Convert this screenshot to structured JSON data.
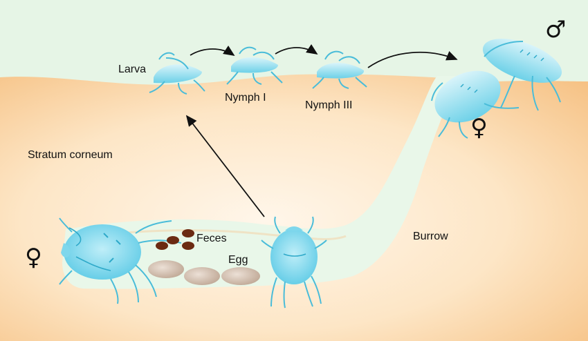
{
  "labels": {
    "larva": "Larva",
    "nymph1": "Nymph I",
    "nymph3": "Nymph III",
    "stratum": "Stratum corneum",
    "feces": "Feces",
    "egg": "Egg",
    "burrow": "Burrow"
  },
  "symbols": {
    "male": "♂",
    "female": "♀"
  },
  "colors": {
    "background": "#e6f5e6",
    "skin": "#f7c98d",
    "skin_light": "#fdf0df",
    "burrow": "#e9f7e9",
    "mite": "#6fd0e8",
    "mite_light": "#c9eef7",
    "feces": "#6b2a12",
    "egg": "#cdb8a6"
  }
}
